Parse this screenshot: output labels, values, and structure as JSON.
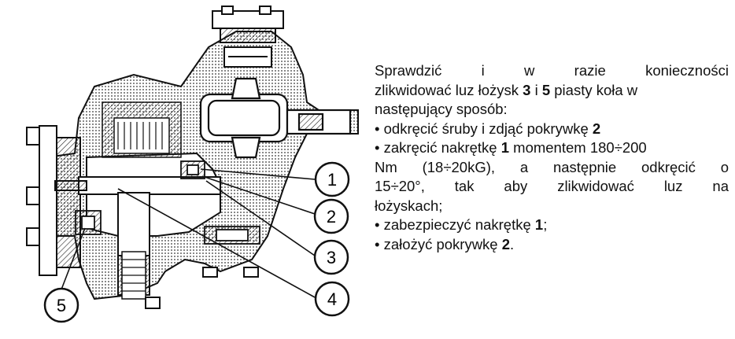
{
  "instructions": {
    "intro": {
      "line1": "Sprawdzić i w razie konieczności",
      "line2_a": "zlikwidować luz łożysk ",
      "line2_b": "3",
      "line2_c": " i ",
      "line2_d": "5",
      "line2_e": " piasty koła w",
      "line3": "następujący sposób:"
    },
    "steps": [
      {
        "a": "odkręcić śruby i zdjąć pokrywkę ",
        "b": "2"
      },
      {
        "l1_a": " zakręcić nakrętkę ",
        "l1_b": "1",
        "l1_c": " momentem 180÷200",
        "l2": "Nm (18÷20kG), a następnie odkręcić o",
        "l3": "15÷20°, tak aby zlikwidować luz na",
        "l4": "łożyskach;"
      },
      {
        "a": "zabezpieczyć nakrętkę ",
        "b": "1",
        "c": ";"
      },
      {
        "a": "założyć pokrywkę ",
        "b": "2",
        "c": "."
      }
    ],
    "bullet": "•"
  },
  "callouts": [
    "1",
    "2",
    "3",
    "4",
    "5"
  ]
}
